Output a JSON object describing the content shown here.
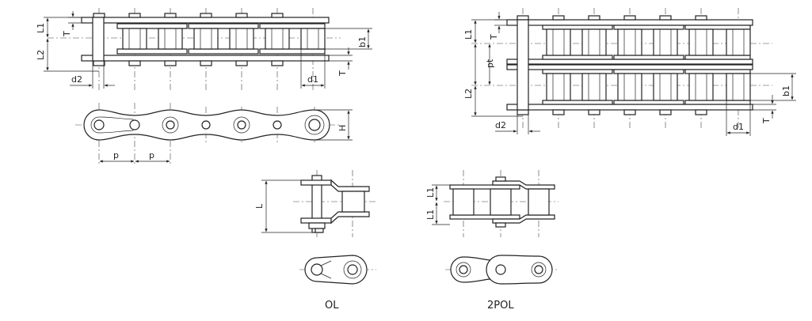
{
  "labels": {
    "L1": "L1",
    "L2": "L2",
    "T": "T",
    "b1": "b1",
    "d1": "d1",
    "d2": "d2",
    "p": "p",
    "pt": "pt",
    "H": "H",
    "L": "L"
  },
  "captions": {
    "ol": "OL",
    "pol2": "2POL"
  }
}
